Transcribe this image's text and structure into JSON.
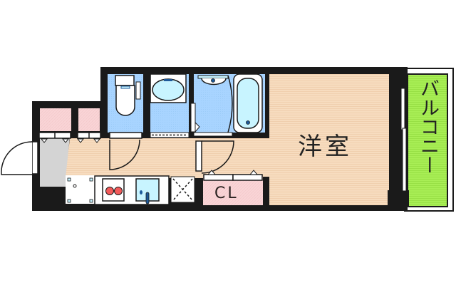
{
  "floor_plan": {
    "type": "1K apartment floor plan",
    "rooms": {
      "western_room": {
        "label": "洋室",
        "color": "#f7dcbf"
      },
      "balcony": {
        "label": "バルコニー",
        "color": "#a8ee55"
      },
      "closet": {
        "label": "CL",
        "color": "#f9d4d6"
      },
      "hallway": {
        "color": "#f7dcbf"
      },
      "entrance": {
        "color": "#d4d4d4"
      },
      "bathroom": {
        "color": "#a8d4ff"
      },
      "toilet": {
        "color": "#a8d4ff"
      },
      "washroom": {
        "color": "#a8d4ff"
      },
      "storage": {
        "color": "#f9d4d6"
      }
    },
    "fixtures": [
      "toilet",
      "washbasin",
      "washing-machine-space",
      "bathtub",
      "stove",
      "sink",
      "refrigerator-space",
      "shoe-cabinet"
    ],
    "colors": {
      "wall": "#1a1a1a",
      "fixture_blue": "#c8f4ff",
      "burner_red": "#f25a5a",
      "tap_blue": "#1e5a9a"
    }
  }
}
